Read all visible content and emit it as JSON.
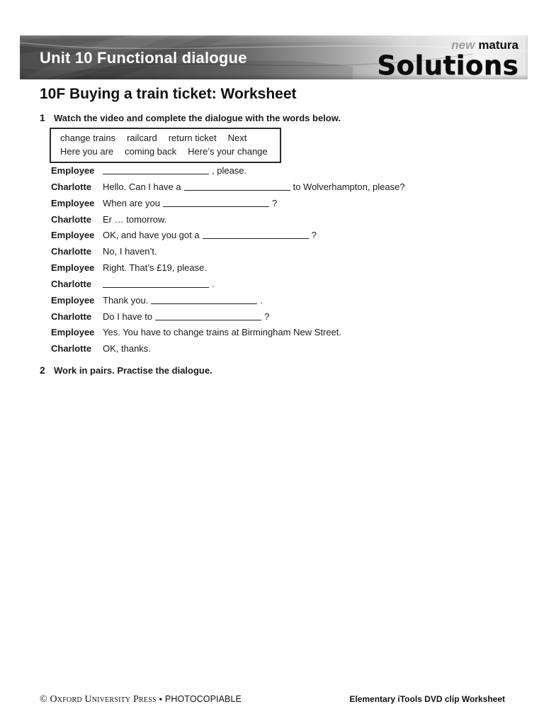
{
  "banner": {
    "title": "Unit 10 Functional dialogue",
    "logo": {
      "new": "new",
      "matura": "matura",
      "solutions": "Solutions"
    },
    "colors": {
      "dark": "#4e4e4e",
      "light": "#f5f5f5",
      "title_text": "#ffffff",
      "new_gray": "#9d9d9d",
      "logo_black": "#0c0c0c"
    }
  },
  "worksheet": {
    "title": "10F Buying a train ticket: Worksheet",
    "exercises": [
      {
        "number": "1",
        "instruction": "Watch the video and complete the dialogue with the words below."
      },
      {
        "number": "2",
        "instruction": "Work in pairs. Practise the dialogue."
      }
    ]
  },
  "word_bank": {
    "rows": [
      [
        "change trains",
        "railcard",
        "return ticket",
        "Next"
      ],
      [
        "Here you are",
        "coming back",
        "Here’s your change"
      ]
    ]
  },
  "dialogue": {
    "lines": [
      {
        "speaker": "Employee",
        "pre": "",
        "blank": true,
        "post": ", please."
      },
      {
        "speaker": "Charlotte",
        "pre": "Hello. Can I have a",
        "blank": true,
        "post": "to Wolverhampton, please?"
      },
      {
        "speaker": "Employee",
        "pre": "When are you",
        "blank": true,
        "post": "?"
      },
      {
        "speaker": "Charlotte",
        "pre": "Er … tomorrow.",
        "blank": false,
        "post": ""
      },
      {
        "speaker": "Employee",
        "pre": "OK, and have you got a",
        "blank": true,
        "post": "?"
      },
      {
        "speaker": "Charlotte",
        "pre": "No, I haven’t.",
        "blank": false,
        "post": ""
      },
      {
        "speaker": "Employee",
        "pre": "Right. That’s £19, please.",
        "blank": false,
        "post": ""
      },
      {
        "speaker": "Charlotte",
        "pre": "",
        "blank": true,
        "post": "."
      },
      {
        "speaker": "Employee",
        "pre": "Thank you.",
        "blank": true,
        "post": "."
      },
      {
        "speaker": "Charlotte",
        "pre": "Do I have to",
        "blank": true,
        "post": "?"
      },
      {
        "speaker": "Employee",
        "pre": "Yes. You have to change trains at Birmingham New Street.",
        "blank": false,
        "post": ""
      },
      {
        "speaker": "Charlotte",
        "pre": "OK, thanks.",
        "blank": false,
        "post": ""
      }
    ]
  },
  "footer": {
    "copyright": "© Oxford University Press",
    "separator": "•",
    "photocopiable": "PHOTOCOPIABLE",
    "right": "Elementary iTools DVD clip Worksheet"
  }
}
